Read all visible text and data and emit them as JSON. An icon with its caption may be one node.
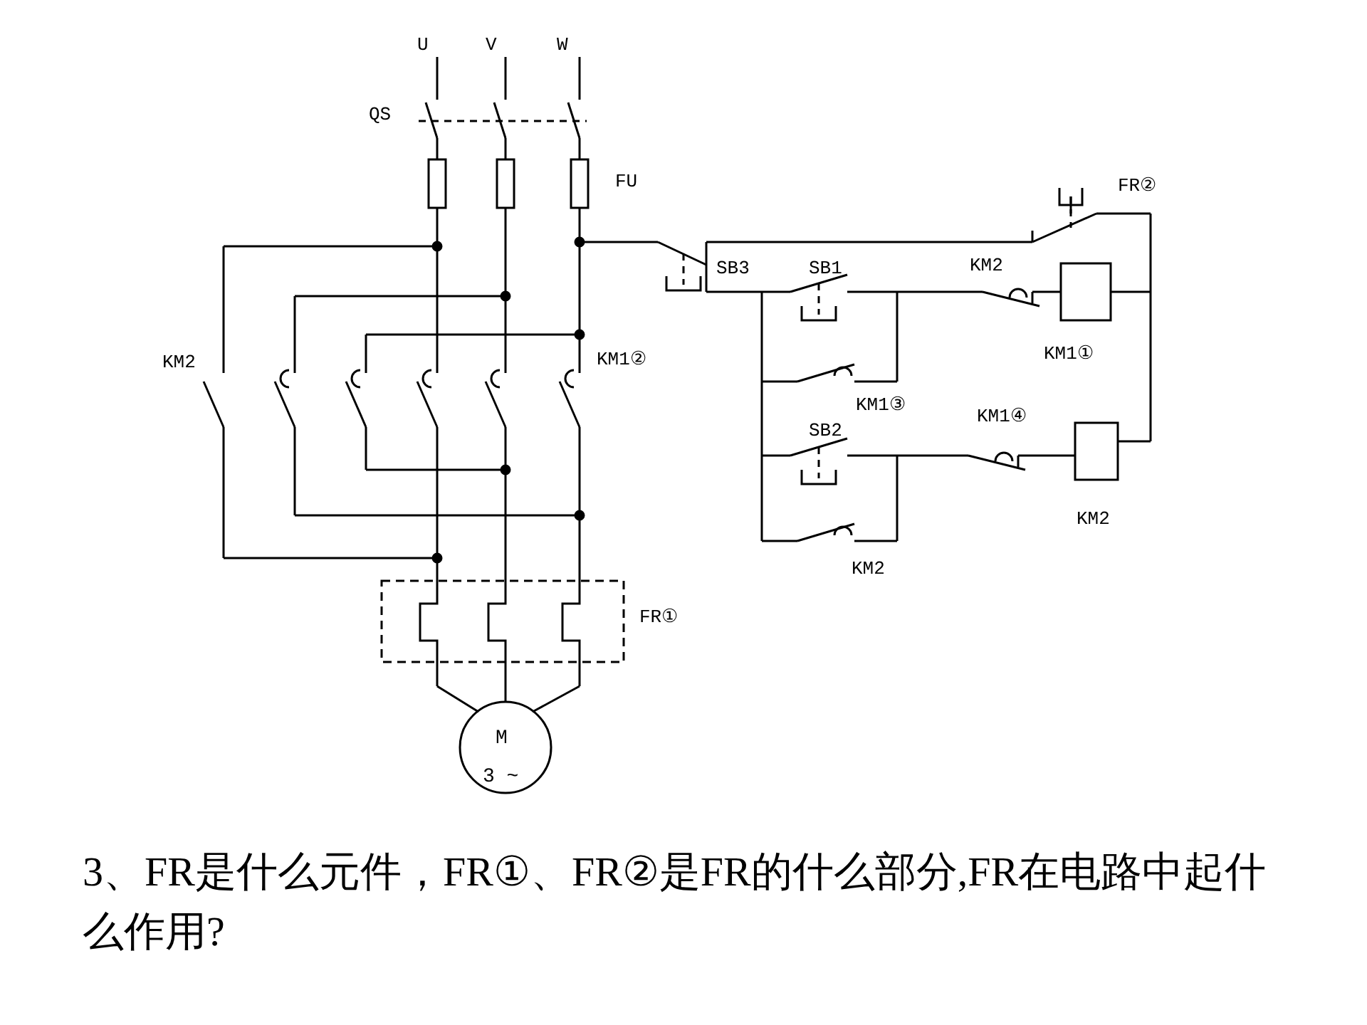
{
  "diagram": {
    "caption": "3、FR是什么元件，FR①、FR②是FR的什么部分,FR在电路中起什么作用?",
    "labels": [
      "U",
      "V",
      "W",
      "QS",
      "FU",
      "FR②",
      "SB3",
      "SB1",
      "KM2",
      "KM1①",
      "KM2",
      "KM1②",
      "KM1③",
      "SB2",
      "KM1④",
      "KM2",
      "KM2",
      "FR①",
      "M",
      "3 ~"
    ]
  }
}
